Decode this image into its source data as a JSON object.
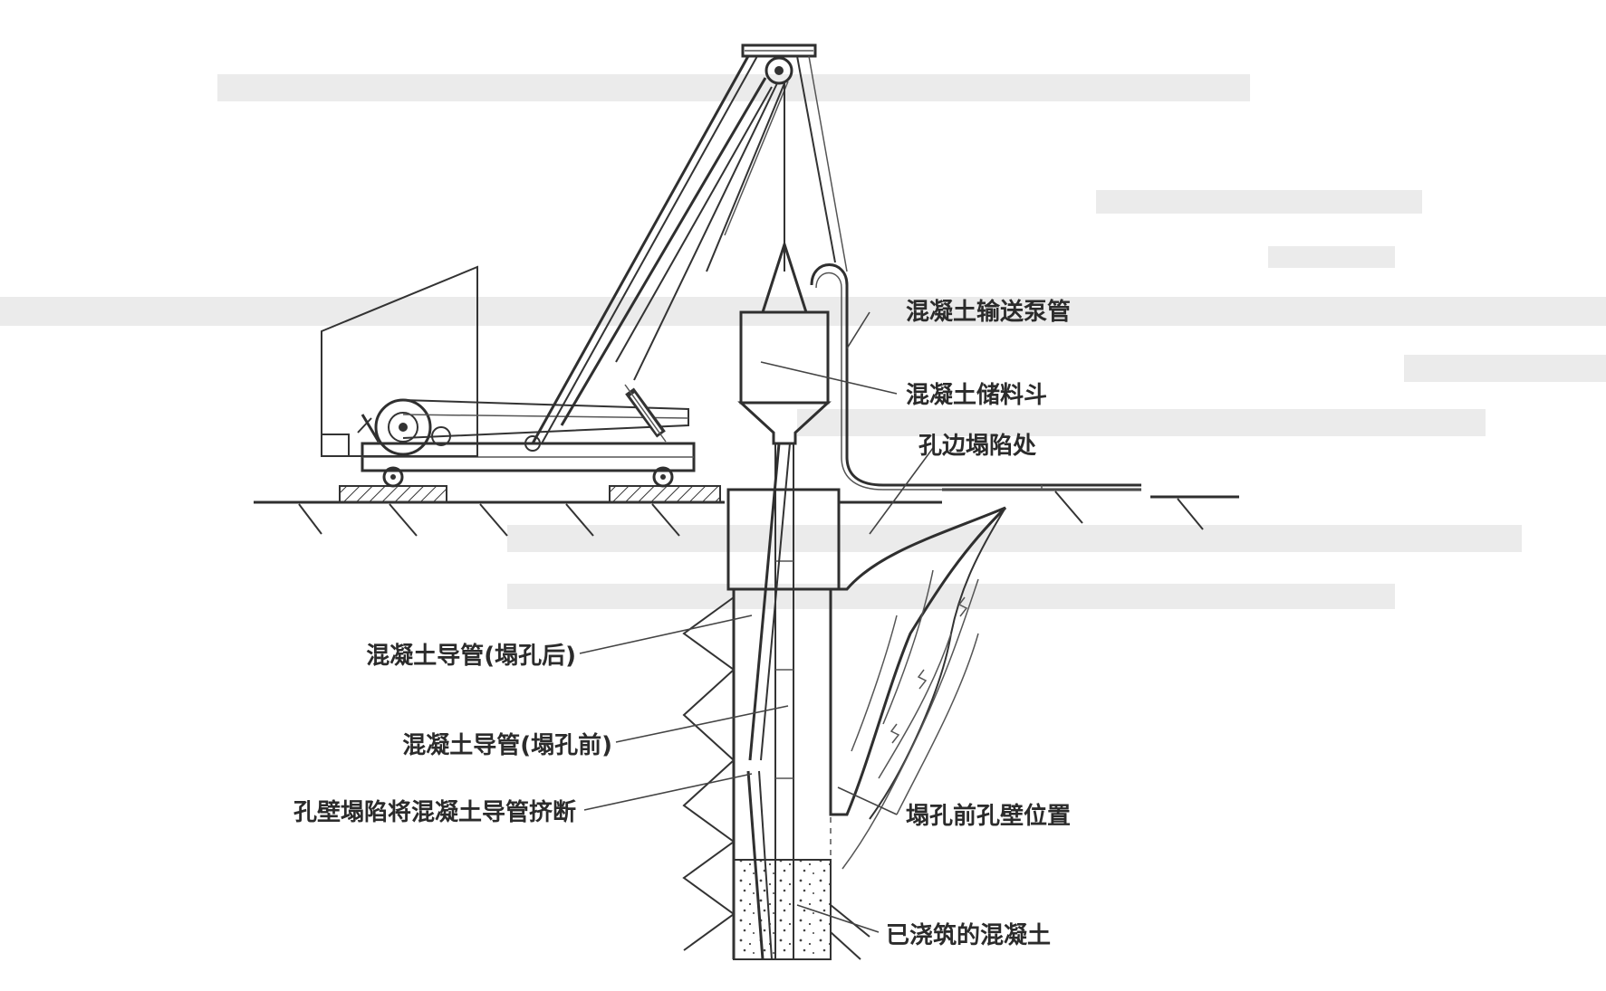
{
  "labels": {
    "pump_pipe": "混凝土输送泵管",
    "hopper": "混凝土储料斗",
    "collapse_edge": "孔边塌陷处",
    "tremie_after": "混凝土导管(塌孔后)",
    "tremie_before": "混凝土导管(塌孔前)",
    "tremie_broken": "孔壁塌陷将混凝土导管挤断",
    "wall_before": "塌孔前孔壁位置",
    "poured_concrete": "已浇筑的混凝土"
  },
  "colors": {
    "ink": "#2b2b2b",
    "paper": "#ffffff"
  }
}
